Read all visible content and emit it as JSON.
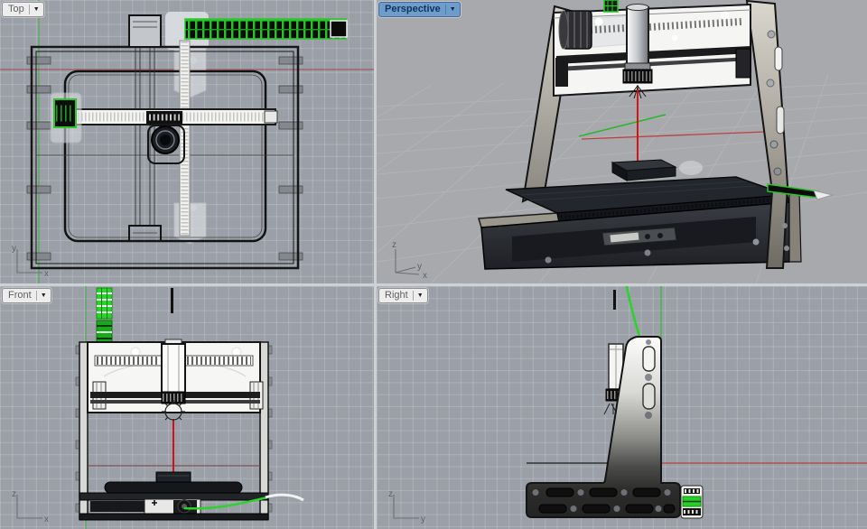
{
  "ui": {
    "menu_arrow": "▼"
  },
  "viewports": {
    "top": {
      "label": "Top",
      "active": false,
      "axes": {
        "v": "y",
        "h": "x"
      }
    },
    "perspective": {
      "label": "Perspective",
      "active": true,
      "axes": {
        "up": "z",
        "mid": "y",
        "right": "x"
      }
    },
    "front": {
      "label": "Front",
      "active": false,
      "axes": {
        "v": "z",
        "h": "x"
      }
    },
    "right": {
      "label": "Right",
      "active": false,
      "axes": {
        "v": "z",
        "h": "y"
      }
    }
  },
  "colors": {
    "divider": "#cdd0d4",
    "viewport_background": "#9ba0a8",
    "perspective_background": "#a8a9ad",
    "grid_line_light": "#aeb3ba",
    "label_bg": "#ededed",
    "label_text": "#5f5f5f",
    "active_label_bg": "#6f9dcb",
    "active_label_text": "#12335e",
    "selection_highlight": "#2bd42b",
    "x_axis_construction_line": "#b04848",
    "y_axis_construction_line": "#3faf3f",
    "tool_path_red": "#d51414",
    "machine_plate": "#c6c2b8",
    "machine_bed": "#23262c",
    "gantry_white": "#f5f5f3"
  }
}
